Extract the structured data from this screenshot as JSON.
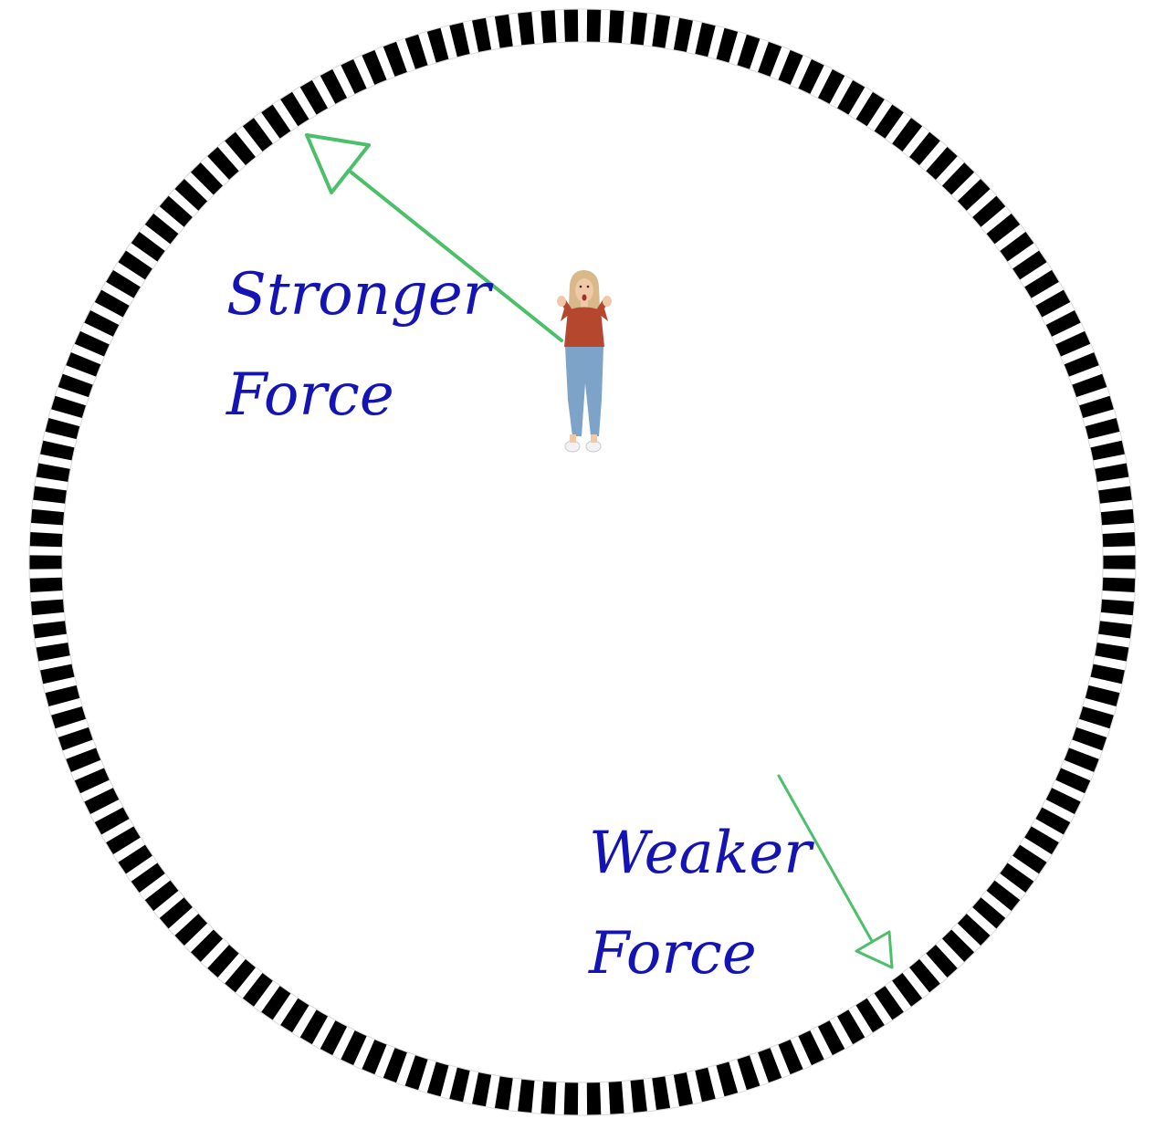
{
  "diagram": {
    "labels": {
      "stronger": {
        "line1": "Stronger",
        "line2": "Force"
      },
      "weaker": {
        "line1": "Weaker",
        "line2": "Force"
      }
    },
    "colors": {
      "label_text": "#1414b4",
      "arrow": "#4cbf6a",
      "ring_dark": "#000000",
      "ring_light": "#ffffff",
      "person_sweater": "#b5472e",
      "person_jeans": "#7ea3c8",
      "person_hair": "#d9b98a",
      "person_skin": "#f0c9a8"
    },
    "ring": {
      "stripe_count": 150
    },
    "figure": {
      "description_icon": "surprised-woman-figure"
    }
  }
}
